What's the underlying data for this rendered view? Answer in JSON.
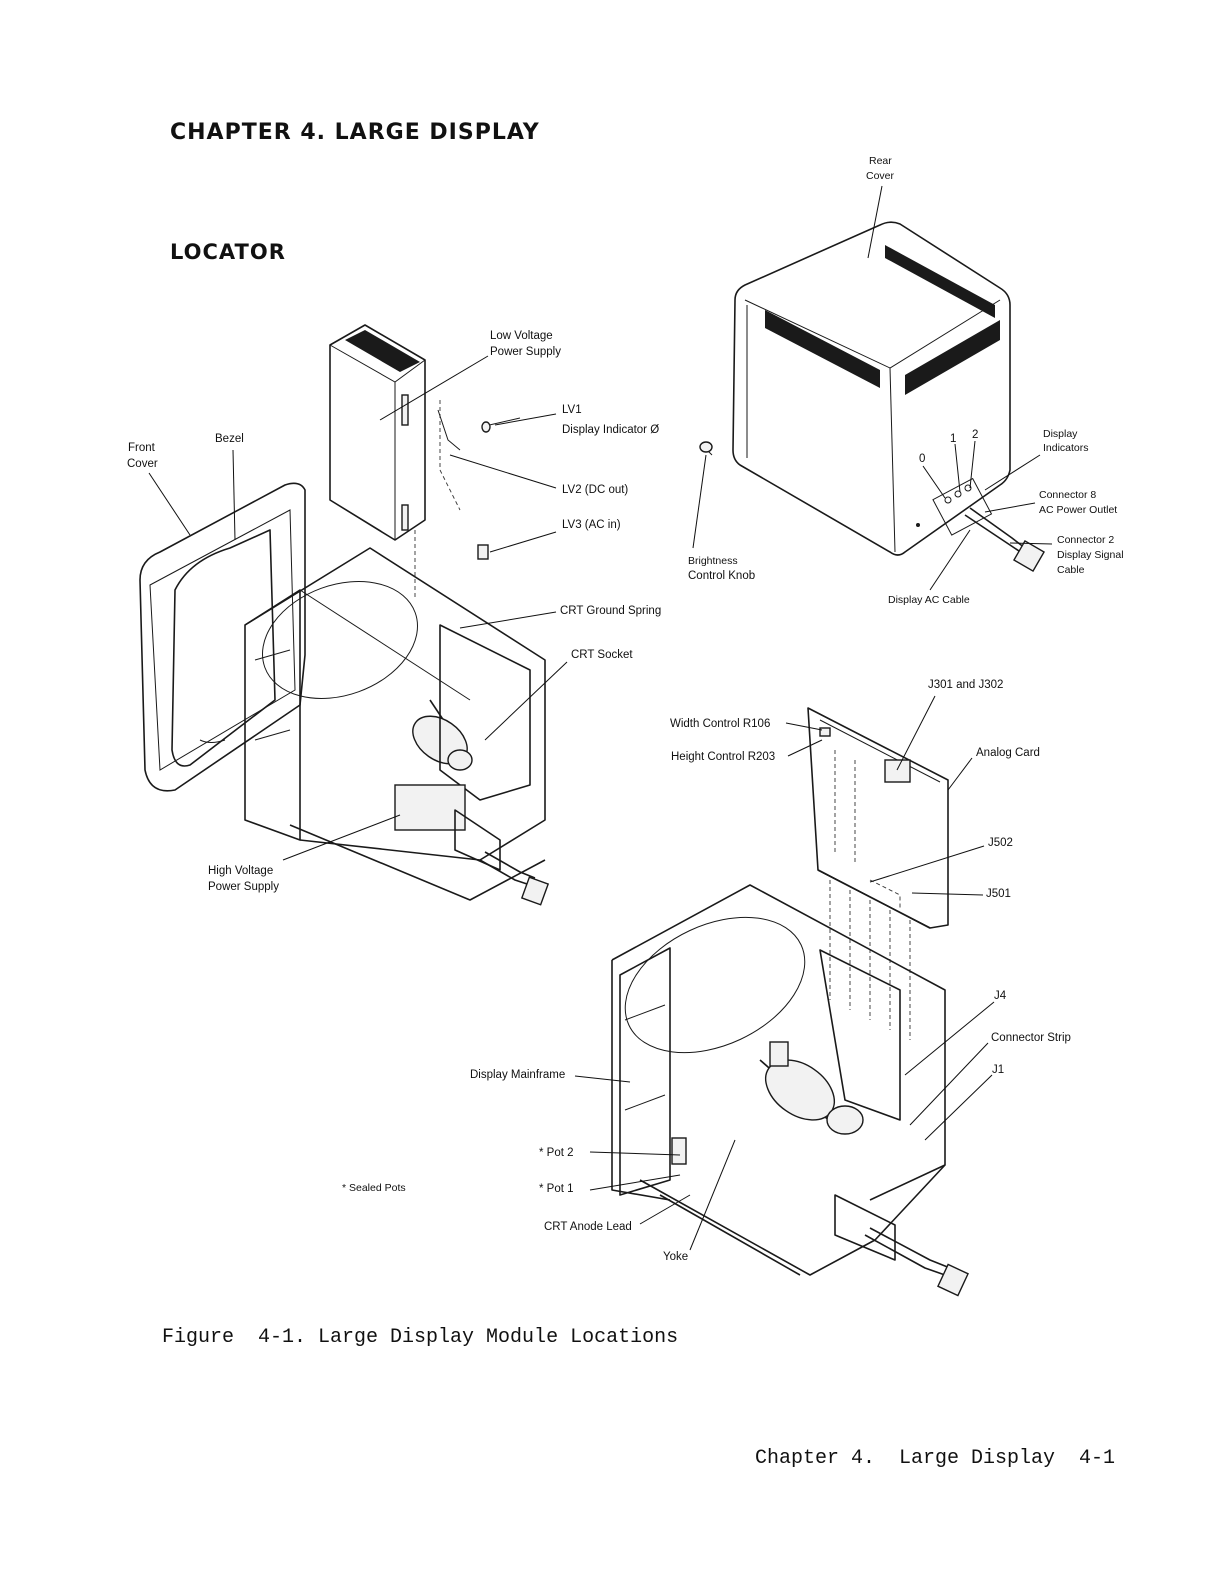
{
  "heading": "CHAPTER 4.  LARGE DISPLAY",
  "subheading": "LOCATOR",
  "caption": "Figure  4-1. Large Display Module Locations",
  "footer": "Chapter 4.  Large Display  4-1",
  "labels": {
    "rear_cover_1": "Rear",
    "rear_cover_2": "Cover",
    "low_voltage_1": "Low Voltage",
    "low_voltage_2": "Power Supply",
    "lv1": "LV1",
    "display_indicator": "Display Indicator Ø",
    "lv2": "LV2 (DC out)",
    "lv3": "LV3 (AC in)",
    "front_cover_1": "Front",
    "front_cover_2": "Cover",
    "bezel": "Bezel",
    "crt_ground_spring": "CRT Ground Spring",
    "crt_socket": "CRT Socket",
    "high_voltage_1": "High Voltage",
    "high_voltage_2": "Power Supply",
    "brightness_1": "Brightness",
    "brightness_2": "Control Knob",
    "display_ac_cable": "Display AC Cable",
    "display_indicators_1": "Display",
    "display_indicators_2": "Indicators",
    "ind_0": "0",
    "ind_1": "1",
    "ind_2": "2",
    "connector8_1": "Connector 8",
    "connector8_2": "AC Power Outlet",
    "connector2_1": "Connector 2",
    "connector2_2": "Display Signal",
    "connector2_3": "Cable",
    "j301": "J301 and J302",
    "width_control": "Width Control R106",
    "height_control": "Height Control R203",
    "analog_card": "Analog Card",
    "j502": "J502",
    "j501": "J501",
    "j4": "J4",
    "connector_strip": "Connector Strip",
    "j1": "J1",
    "display_mainframe": "Display Mainframe",
    "pot2": "* Pot 2",
    "pot1": "* Pot 1",
    "sealed_pots": "* Sealed Pots",
    "crt_anode_lead": "CRT Anode Lead",
    "yoke": "Yoke"
  }
}
